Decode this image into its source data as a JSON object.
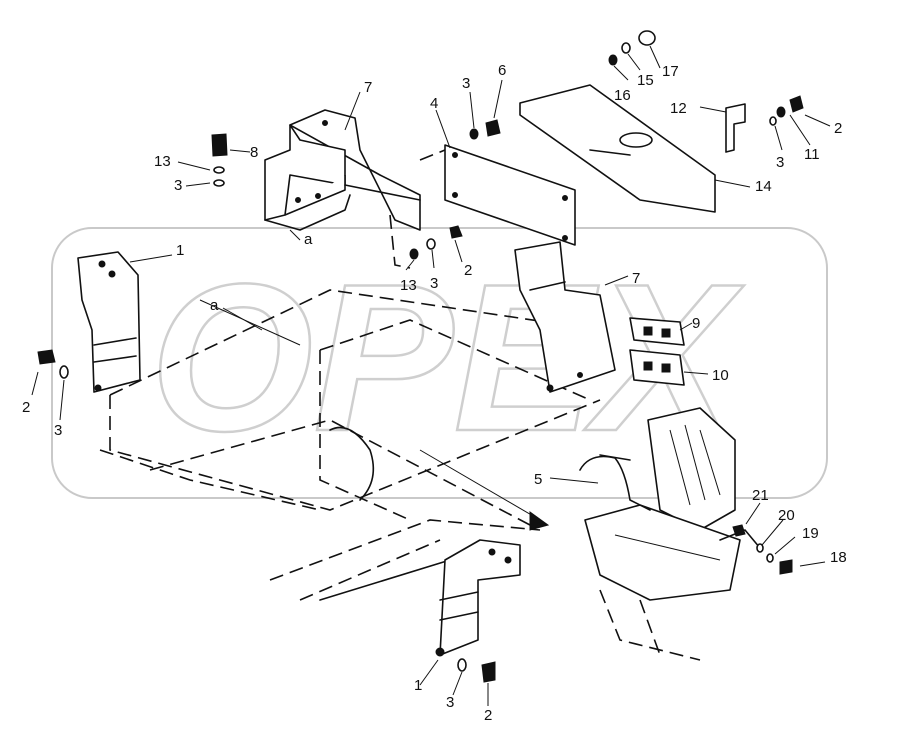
{
  "watermark": "OPEX",
  "labels": {
    "n1a": "1",
    "n1b": "1",
    "n2a": "2",
    "n2b": "2",
    "n2c": "2",
    "n2d": "2",
    "n3a": "3",
    "n3b": "3",
    "n3c": "3",
    "n3d": "3",
    "n3e": "3",
    "n3f": "3",
    "n4": "4",
    "n5": "5",
    "n6": "6",
    "n7a": "7",
    "n7b": "7",
    "n8": "8",
    "n9": "9",
    "n10": "10",
    "n11": "11",
    "n12": "12",
    "n13a": "13",
    "n13b": "13",
    "n14": "14",
    "n15": "15",
    "n16": "16",
    "n17": "17",
    "n18": "18",
    "n19": "19",
    "n20": "20",
    "n21": "21",
    "refA": "a",
    "refB": "a"
  }
}
